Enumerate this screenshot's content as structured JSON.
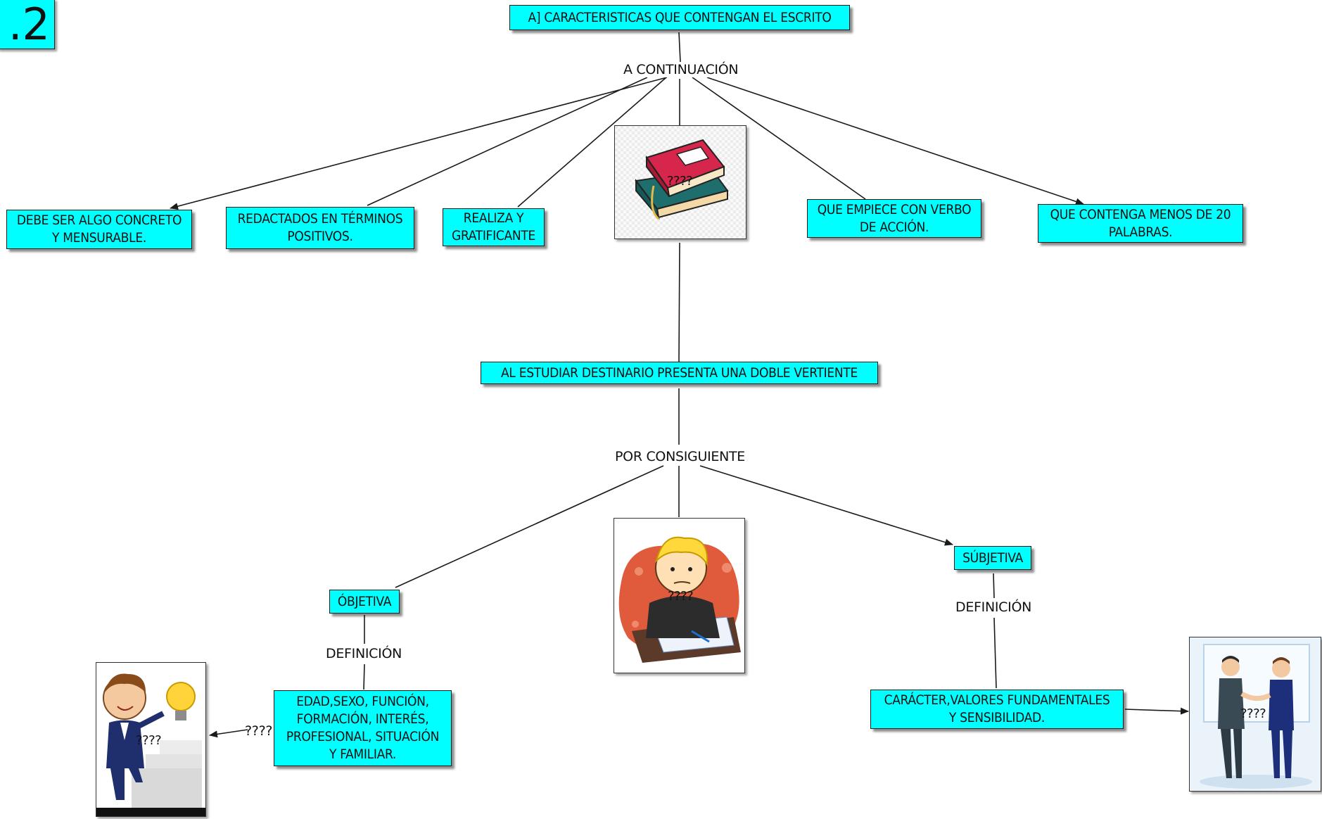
{
  "corner_label": ".2",
  "nodes": {
    "root": "A] CARACTERISTICAS QUE CONTENGAN EL ESCRITO",
    "c1": "DEBE SER ALGO CONCRETO\nY MENSURABLE.",
    "c2": "REDACTADOS EN TÉRMINOS\nPOSITIVOS.",
    "c3": "REALIZA Y\nGRATIFICANTE",
    "c4": "QUE EMPIECE CON VERBO\nDE ACCIÓN.",
    "c5": "QUE CONTENGA MENOS DE 20\nPALABRAS.",
    "middle": "AL ESTUDIAR DESTINARIO PRESENTA UNA DOBLE VERTIENTE",
    "objetiva": "ÓBJETIVA",
    "subjetiva": "SÚBJETIVA",
    "obj_def": "EDAD,SEXO, FUNCIÓN,\nFORMACIÓN, INTERÉS,\nPROFESIONAL, SITUACIÓN\nY FAMILIAR.",
    "subj_def": "CARÁCTER,VALORES FUNDAMENTALES\nY SENSIBILIDAD."
  },
  "links": {
    "continuacion": "A CONTINUACIÓN",
    "consiguiente": "POR CONSIGUIENTE",
    "def_left": "DEFINICIÓN",
    "def_right": "DEFINICIÓN",
    "obj_to_img": "????"
  },
  "images": {
    "books": {
      "icon": "books-icon",
      "label": "????"
    },
    "kid": {
      "icon": "thinking-child-icon",
      "label": "????"
    },
    "businessman": {
      "icon": "businessman-stairs-icon",
      "label": "????"
    },
    "handshake": {
      "icon": "handshake-icon",
      "label": "????"
    }
  },
  "colors": {
    "node_fill": "#00ffff",
    "line": "#1a1a1a"
  }
}
